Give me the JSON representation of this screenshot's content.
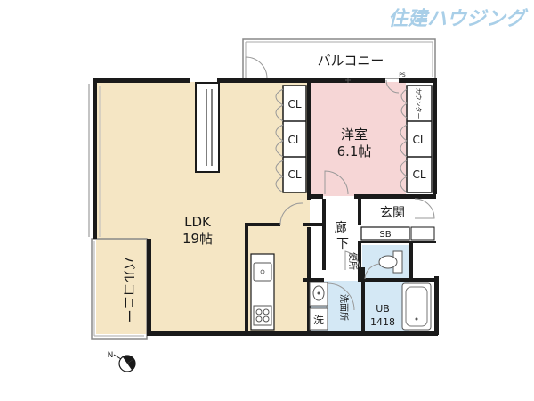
{
  "brand": {
    "name": "住建ハウジング",
    "color": "#a9cfe8"
  },
  "rooms": {
    "ldk": {
      "name": "LDK",
      "size": "19帖",
      "color": "#f5e6c4"
    },
    "western": {
      "name": "洋室",
      "size": "6.1帖",
      "color": "#f6d6d6"
    },
    "hallway": {
      "name": "廊下"
    },
    "entrance": {
      "name": "玄関"
    },
    "washroom": {
      "name": "洗面所",
      "color": "#d4e8f5"
    },
    "toilet": {
      "name": "便所",
      "color": "#d4e8f5"
    },
    "bath": {
      "name": "UB",
      "size": "1418",
      "color": "#d4e8f5"
    }
  },
  "fixtures": {
    "closet": "CL",
    "shoe_box": "SB",
    "counter": "カウンター",
    "pipe_space": "PS",
    "washing_machine": "洗"
  },
  "balconies": {
    "top": "バルコニー",
    "left": "バルコニー"
  },
  "compass": {
    "label": "N"
  },
  "colors": {
    "wall": "#1a1a1a",
    "outline": "#888888"
  }
}
